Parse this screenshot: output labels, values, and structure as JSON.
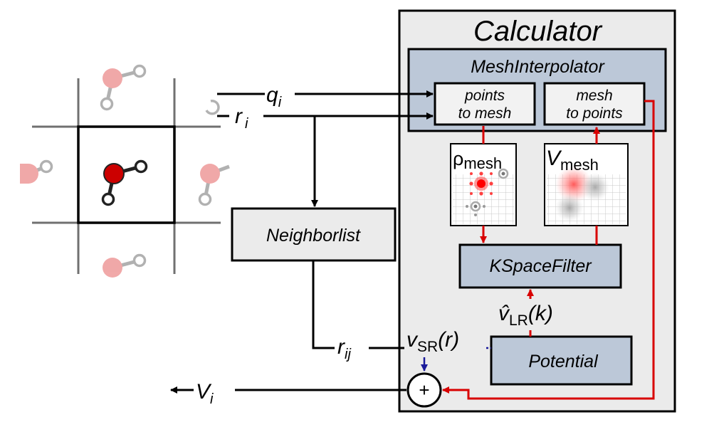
{
  "diagram": {
    "calculator": {
      "title": "Calculator"
    },
    "mesh_interpolator": {
      "title": "MeshInterpolator",
      "points_to_mesh": [
        "points",
        "to mesh"
      ],
      "mesh_to_points": [
        "mesh",
        "to points"
      ]
    },
    "rho_mesh": {
      "symbol": "ρ",
      "sub": "mesh"
    },
    "v_mesh": {
      "symbol": "V",
      "sub": "mesh"
    },
    "kspace_filter": {
      "label": "KSpaceFilter"
    },
    "potential": {
      "label": "Potential"
    },
    "neighborlist": {
      "label": "Neighborlist"
    },
    "inputs": {
      "q": {
        "symbol": "q",
        "sub": "i"
      },
      "r": {
        "symbol": "r",
        "sub": "i"
      }
    },
    "r_ij": {
      "symbol": "r",
      "sub": "ij"
    },
    "v_sr": {
      "symbol": "v",
      "sub": "SR",
      "arg": "(r)"
    },
    "v_lr": {
      "symbol": "v̂",
      "sub": "LR",
      "arg": "(k)"
    },
    "sum_node": {
      "symbol": "+"
    },
    "output": {
      "symbol": "V",
      "sub": "i"
    }
  },
  "colors": {
    "calculator_fill": "#ebebeb",
    "box_fill": "#bcc8d8",
    "neighborlist_fill": "#ebebeb",
    "red_arrow": "#d80000",
    "blue_arrow": "#1a1a9a",
    "atom_oxygen": "#cc0000"
  }
}
